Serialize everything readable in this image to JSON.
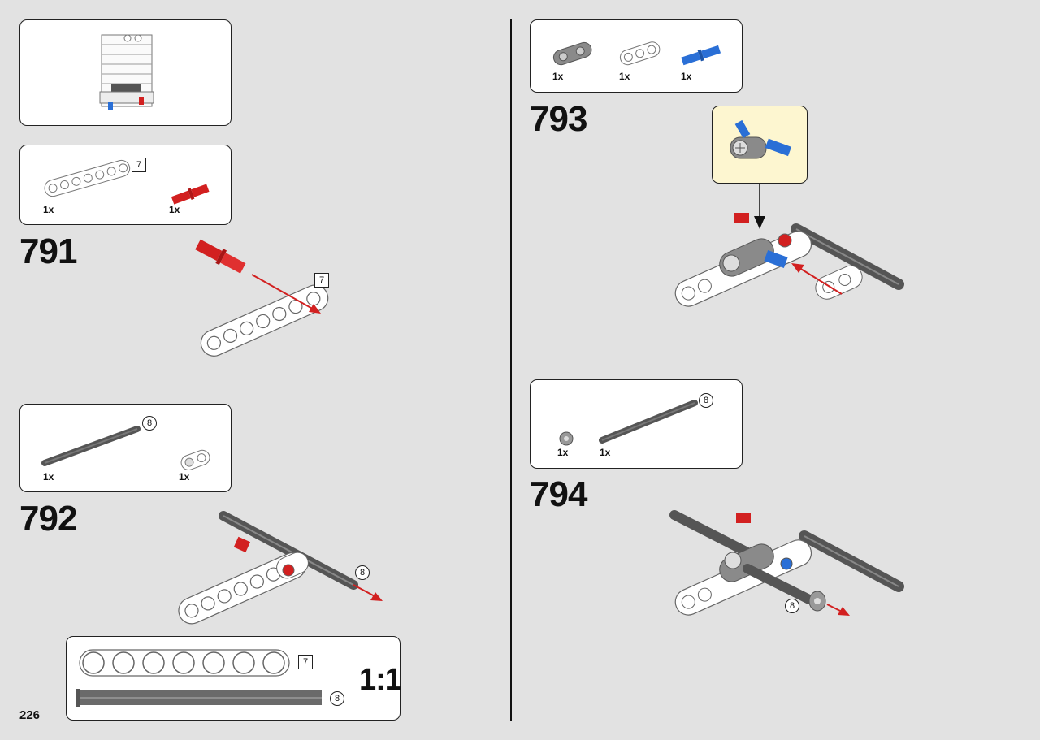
{
  "page_number": "226",
  "steps": [
    {
      "number": "791",
      "parts": [
        {
          "qty": "1x",
          "name": "beam",
          "length": "7"
        },
        {
          "qty": "1x",
          "name": "red-pin"
        }
      ],
      "callout_length": "7"
    },
    {
      "number": "792",
      "parts": [
        {
          "qty": "1x",
          "name": "axle",
          "length": "8"
        },
        {
          "qty": "1x",
          "name": "connector"
        }
      ],
      "callout_length": "8"
    },
    {
      "number": "793",
      "parts": [
        {
          "qty": "1x",
          "name": "gray-connector"
        },
        {
          "qty": "1x",
          "name": "white-beam"
        },
        {
          "qty": "1x",
          "name": "blue-pin"
        }
      ]
    },
    {
      "number": "794",
      "parts": [
        {
          "qty": "1x",
          "name": "bush"
        },
        {
          "qty": "1x",
          "name": "axle",
          "length": "8"
        }
      ],
      "callout_length": "8"
    }
  ],
  "scale_box": {
    "label": "1:1",
    "beam_length": "7",
    "axle_length": "8"
  },
  "colors": {
    "background": "#e2e2e2",
    "panel": "#ffffff",
    "callout": "#fdf6d0",
    "red": "#d22020",
    "blue": "#2a6fd6",
    "gray": "#888888",
    "dark": "#555555"
  }
}
